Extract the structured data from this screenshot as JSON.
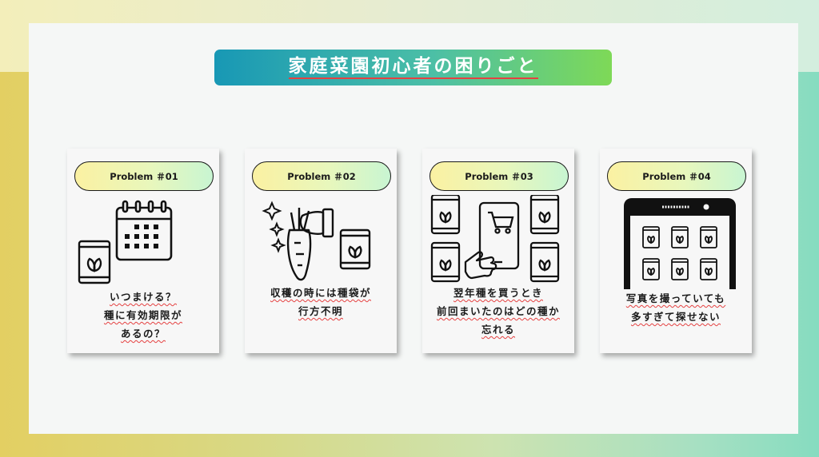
{
  "title": "家庭菜園初心者の困りごと",
  "cards": [
    {
      "label": "Problem ＃01",
      "lines": [
        "いつまける？",
        "種に有効期限が",
        "あるの？"
      ]
    },
    {
      "label": "Problem ＃02",
      "lines": [
        "収穫の時には種袋が",
        "行方不明"
      ]
    },
    {
      "label": "Problem ＃03",
      "lines": [
        "翌年種を買うとき",
        "前回まいたのはどの種か",
        "忘れる"
      ]
    },
    {
      "label": "Problem ＃04",
      "lines": [
        "写真を撮っていても",
        "多すぎて探せない"
      ]
    }
  ],
  "icons": {
    "card1": [
      "calendar-icon",
      "seed-packet-icon"
    ],
    "card2": [
      "sparkle-icon",
      "carrot-icon",
      "glove-icon",
      "seed-packet-icon"
    ],
    "card3": [
      "seed-packet-icon",
      "smartphone-icon",
      "shopping-cart-icon",
      "pointing-hand-icon"
    ],
    "card4": [
      "smartphone-icon",
      "seed-packet-icon"
    ]
  },
  "colors": {
    "title_gradient": [
      "#1898b5",
      "#7ed957"
    ],
    "pill_gradient": [
      "#fbf1a2",
      "#c8f5d2"
    ],
    "underline": "#e54141"
  }
}
